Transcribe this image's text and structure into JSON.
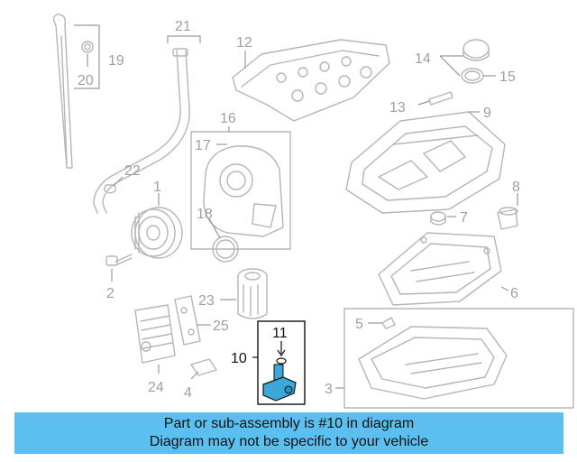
{
  "callouts": [
    "1",
    "2",
    "3",
    "4",
    "5",
    "6",
    "7",
    "8",
    "9",
    "10",
    "11",
    "12",
    "13",
    "14",
    "15",
    "16",
    "17",
    "18",
    "19",
    "20",
    "21",
    "22",
    "23",
    "24",
    "25"
  ],
  "highlight": "10",
  "banner": {
    "line1": "Part or sub-assembly is #10 in diagram",
    "line2": "Diagram may not be specific to your vehicle"
  },
  "colors": {
    "banner": "#5bc0f0",
    "highlight_part": "#3aa8d8",
    "line_art": "#b5b5b5"
  }
}
